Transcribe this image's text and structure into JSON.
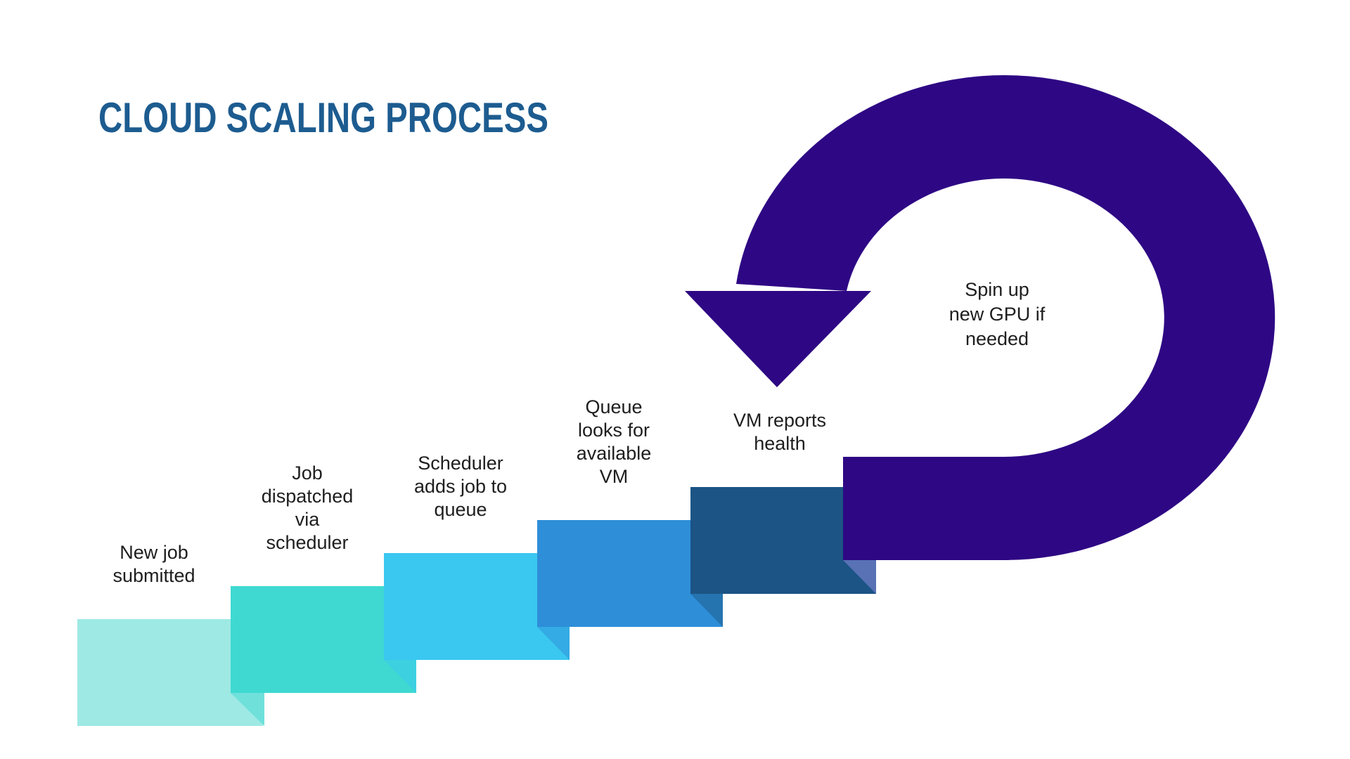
{
  "background": "#ffffff",
  "text_color": "#1e1e1e",
  "title": {
    "text": "CLOUD SCALING PROCESS",
    "color": "#1d5c90"
  },
  "steps": [
    {
      "label": "New job\nsubmitted",
      "color": "#9ee9e4",
      "fold_color": null
    },
    {
      "label": "Job\ndispatched\nvia\nscheduler",
      "color": "#3fd9d2",
      "fold_color": "#6fe0da"
    },
    {
      "label": "Scheduler\nadds job to\nqueue",
      "color": "#3ac7f0",
      "fold_color": "#3cd0e1"
    },
    {
      "label": "Queue\nlooks for\navailable\nVM",
      "color": "#2e8ed8",
      "fold_color": "#34abe4"
    },
    {
      "label": "VM reports\nhealth",
      "color": "#1b5485",
      "fold_color": "#2574b0"
    }
  ],
  "loop": {
    "label": "Spin up\nnew GPU if\nneeded",
    "color": "#2e0784",
    "fold_color": "#5872b5"
  }
}
